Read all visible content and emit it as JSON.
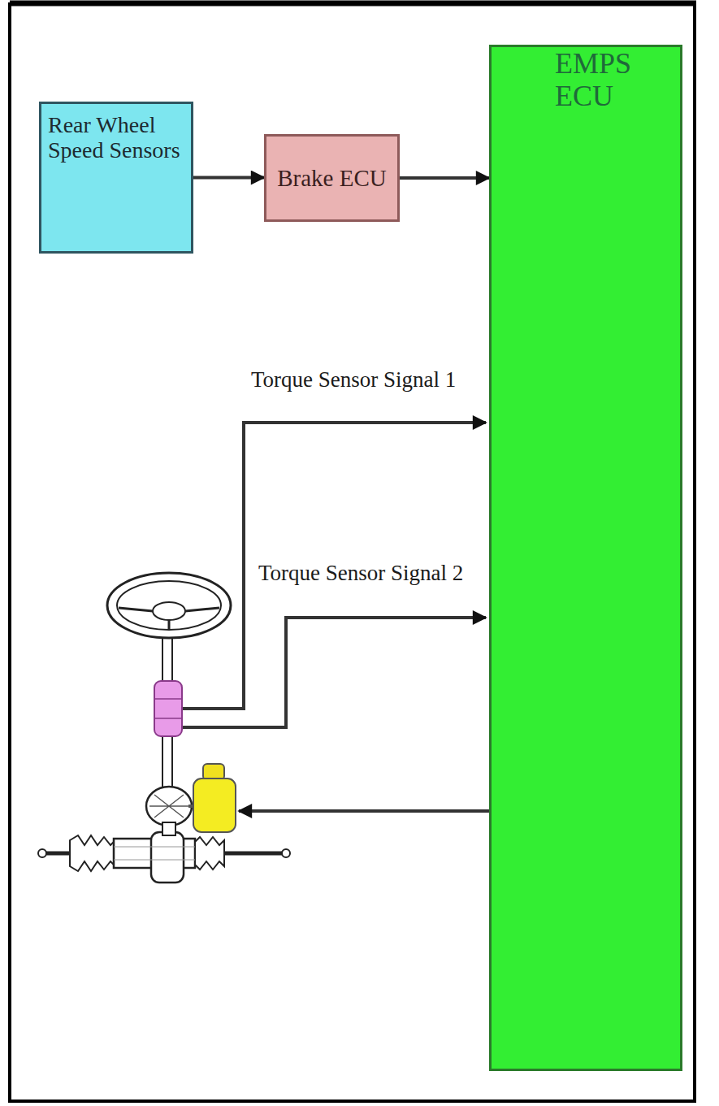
{
  "diagram": {
    "nodes": [
      {
        "text": [
          "Rear Wheel Speed Sensors"
        ]
      },
      {
        "text": [
          "Brake ECU"
        ]
      },
      {
        "text": [
          "EMPS ECU"
        ]
      }
    ],
    "edges": [
      {
        "from": 0,
        "to": 1,
        "arrow": "to"
      },
      {
        "from": 1,
        "to": 2,
        "arrow": "to"
      }
    ],
    "labels": [
      "Torque Sensor Signal 1",
      "Torque Sensor Signal 2"
    ]
  }
}
